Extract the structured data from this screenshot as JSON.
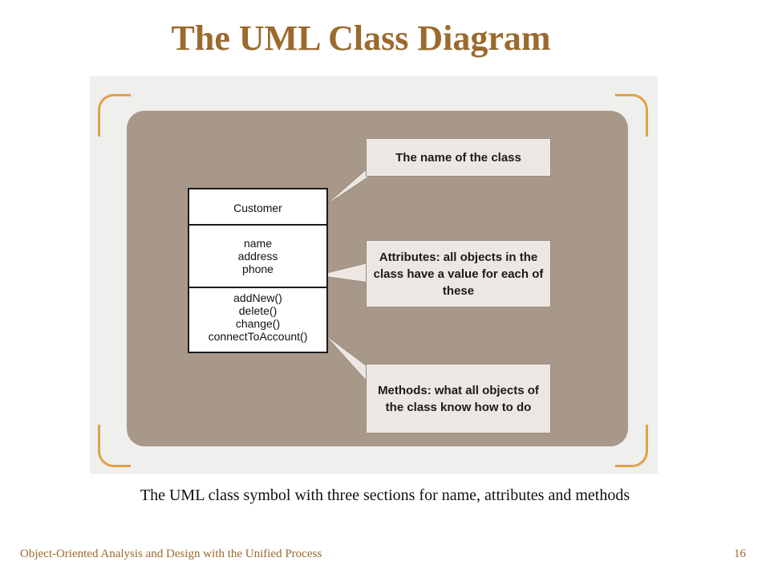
{
  "title": "The UML Class Diagram",
  "uml_class": {
    "name": "Customer",
    "attributes": [
      "name",
      "address",
      "phone"
    ],
    "methods": [
      "addNew()",
      "delete()",
      "change()",
      "connectToAccount()"
    ]
  },
  "callouts": {
    "name": "The name of the class",
    "attributes": "Attributes: all objects in the class have a value for each of these",
    "methods": "Methods: what all objects of the class know how to do"
  },
  "caption": "The UML class symbol with three sections for name, attributes and methods",
  "footer": {
    "course": "Object-Oriented Analysis and Design with the Unified Process",
    "page_number": "16"
  },
  "colors": {
    "title": "#9a6a2e",
    "panel": "#a8988a",
    "callout": "#ece7e2",
    "bracket": "#e0a14a"
  }
}
